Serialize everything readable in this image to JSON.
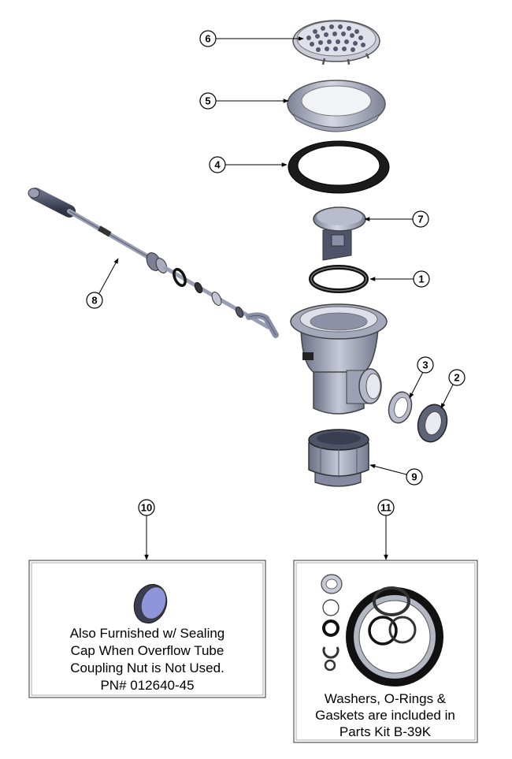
{
  "callouts": {
    "c1": "1",
    "c2": "2",
    "c3": "3",
    "c4": "4",
    "c5": "5",
    "c6": "6",
    "c7": "7",
    "c8": "8",
    "c9": "9",
    "c10": "10",
    "c11": "11"
  },
  "box_left": {
    "lines": [
      "Also Furnished w/ Sealing",
      "Cap When Overflow Tube",
      "Coupling Nut is Not Used.",
      "PN# 012640-45"
    ]
  },
  "box_right": {
    "lines": [
      "Washers, O-Rings &",
      "Gaskets are included in",
      "Parts Kit B-39K"
    ]
  },
  "colors": {
    "metal": "#b9bdcf",
    "metal_dark": "#6e7389",
    "gasket": "#1a1a1a",
    "cap_blue": "#8e95d8"
  }
}
